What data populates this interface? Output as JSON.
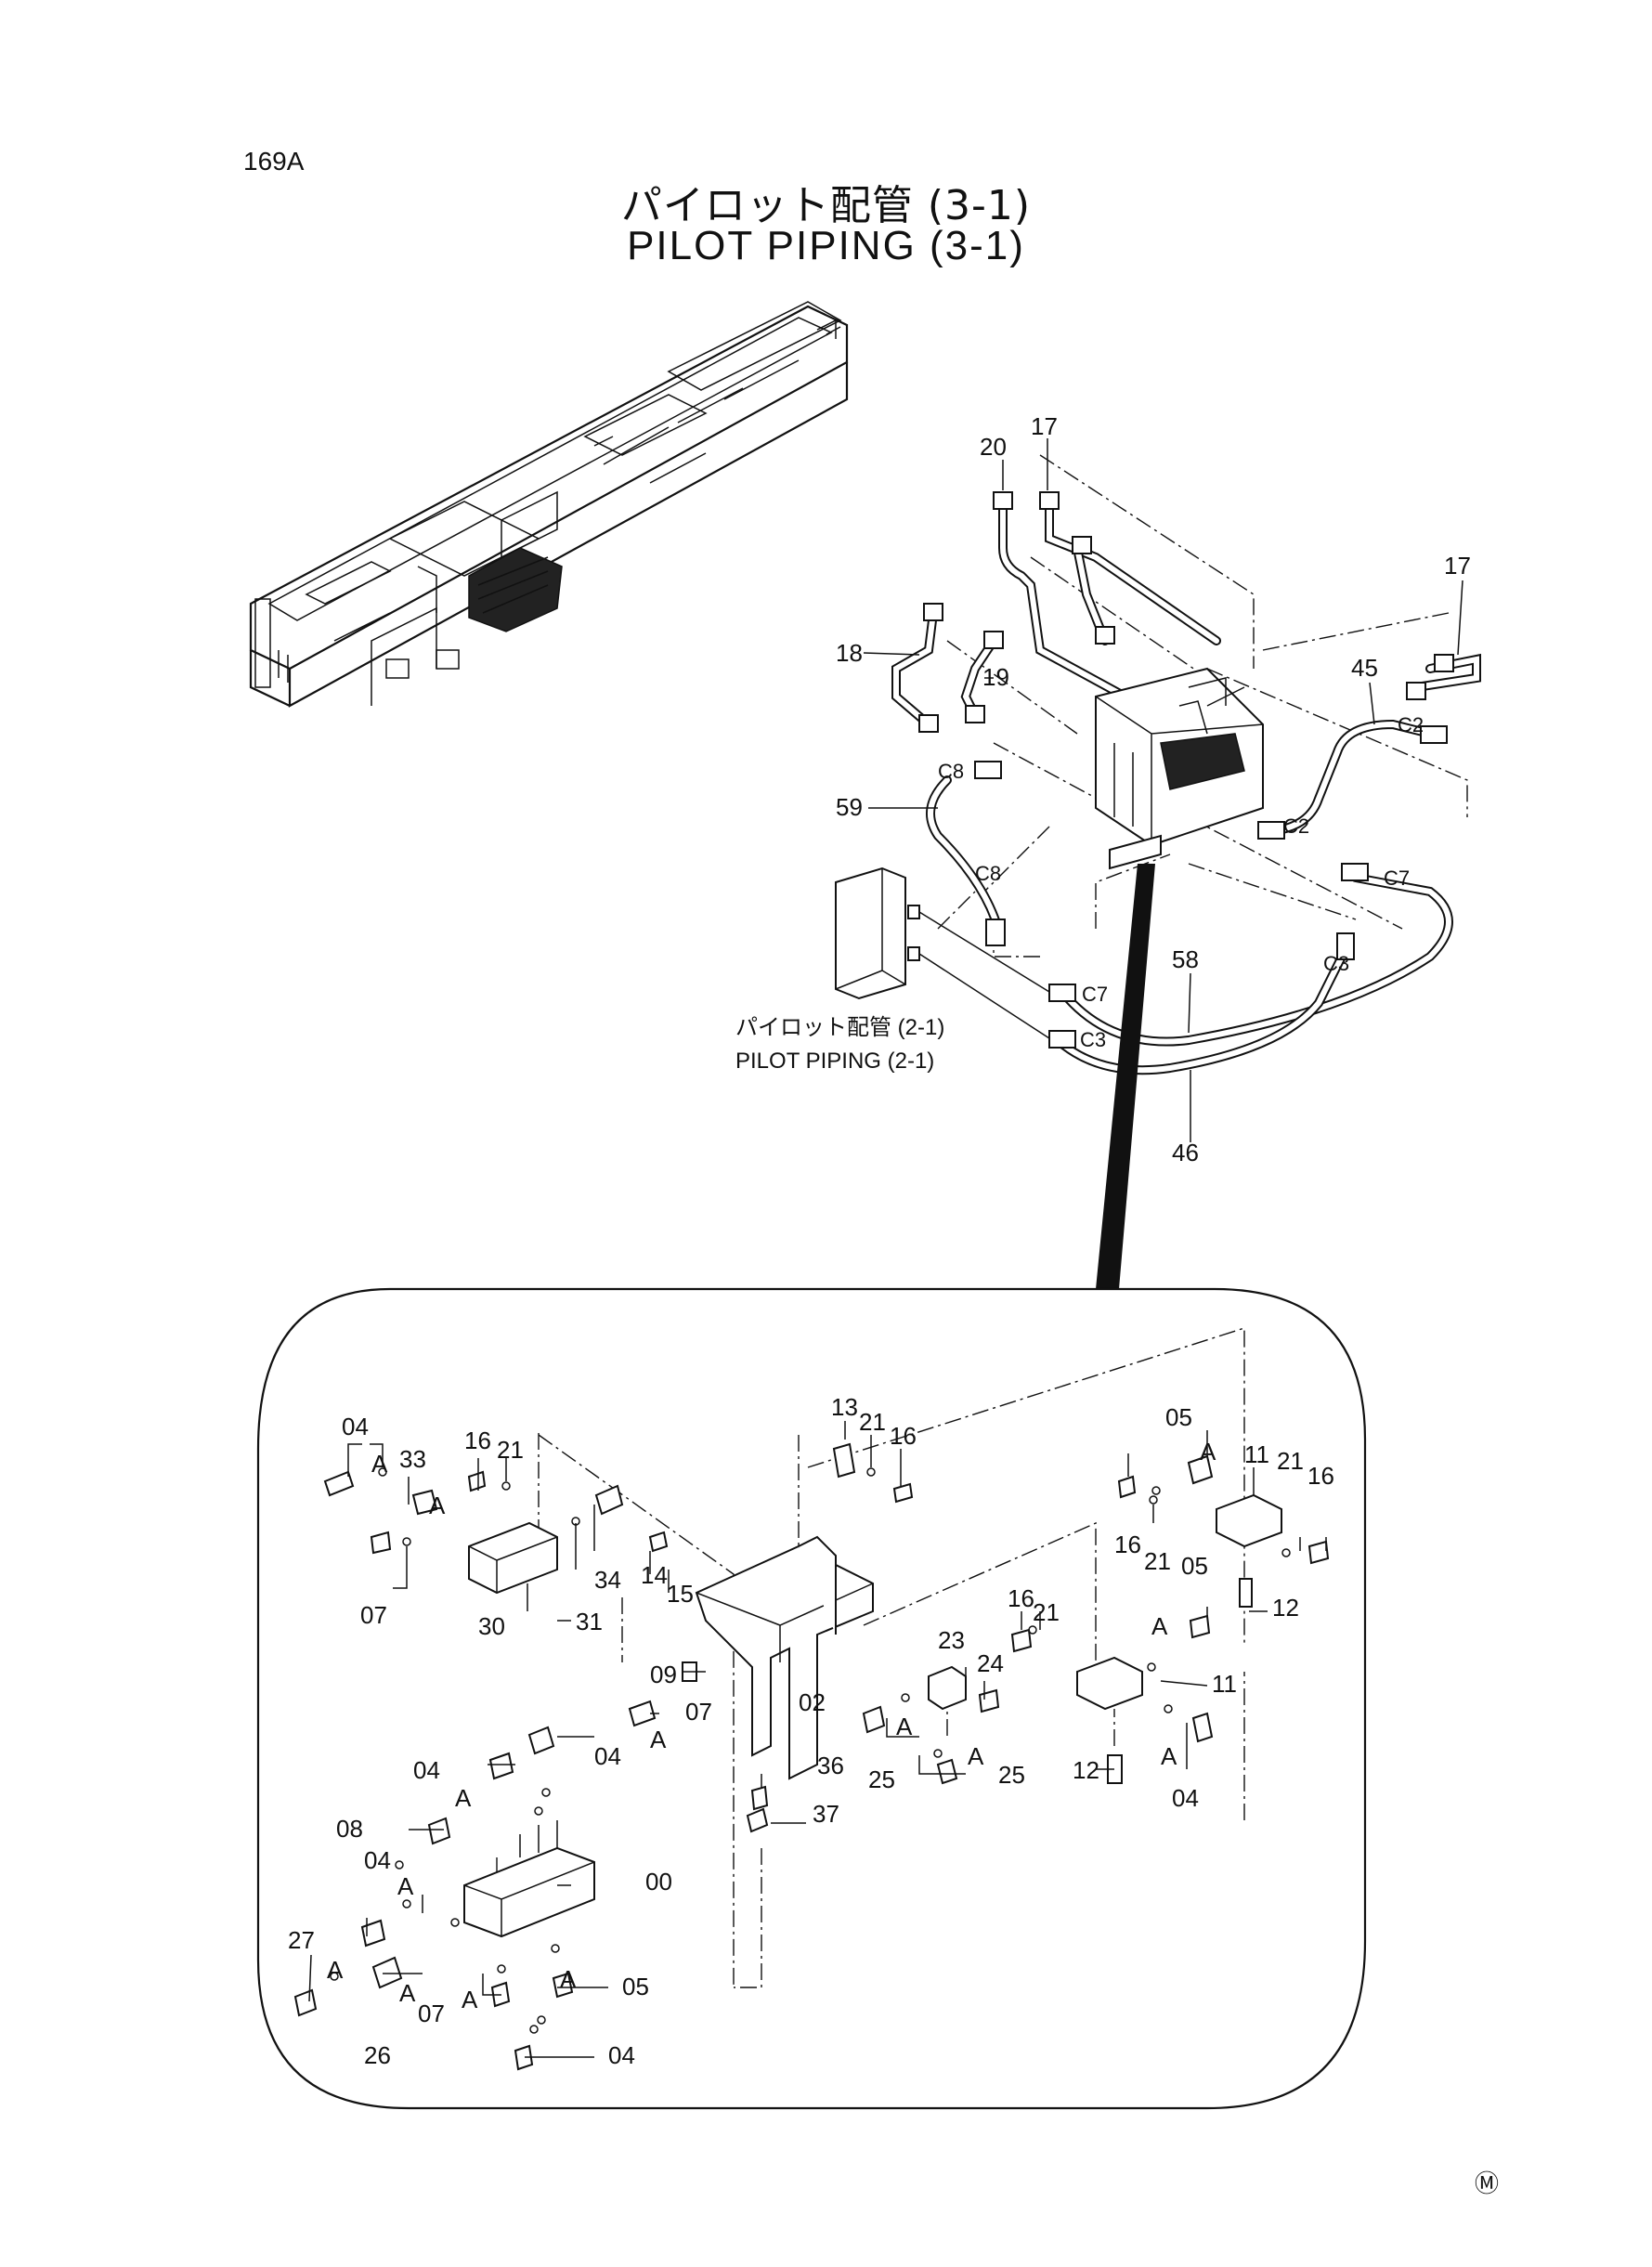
{
  "page_id": "169A",
  "title_jp": "パイロット配管 (3-1)",
  "title_en": "PILOT PIPING (3-1)",
  "ref_jp": "パイロット配管 (2-1)",
  "ref_en": "PILOT PIPING (2-1)",
  "mark": "Ⓜ",
  "upper_labels": [
    "20",
    "17",
    "17",
    "18",
    "19",
    "45",
    "59",
    "58",
    "46"
  ],
  "port_labels": [
    "C8",
    "C8",
    "C2",
    "C2",
    "C7",
    "C3",
    "C7",
    "C3"
  ],
  "detail_labels": [
    "04",
    "33",
    "16",
    "21",
    "A",
    "A",
    "07",
    "30",
    "31",
    "34",
    "14",
    "15",
    "13",
    "21",
    "16",
    "05",
    "A",
    "11",
    "21",
    "16",
    "16",
    "21",
    "12",
    "05",
    "A",
    "16",
    "21",
    "23",
    "24",
    "11",
    "09",
    "02",
    "A",
    "25",
    "A",
    "25",
    "A",
    "12",
    "04",
    "07",
    "A",
    "04",
    "04",
    "A",
    "36",
    "37",
    "08",
    "00",
    "04",
    "A",
    "27",
    "A",
    "A",
    "26",
    "07",
    "A",
    "05",
    "A",
    "04"
  ]
}
